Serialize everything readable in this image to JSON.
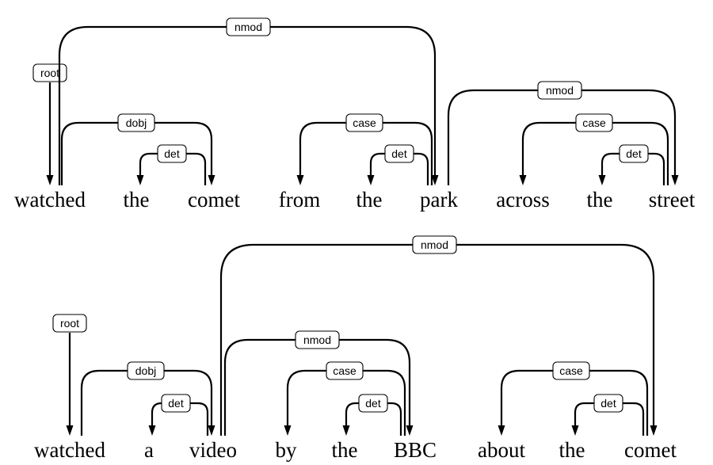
{
  "sentences": [
    {
      "words": [
        "watched",
        "the",
        "comet",
        "from",
        "the",
        "park",
        "across",
        "the",
        "street"
      ],
      "arcs": [
        {
          "label": "root",
          "head": null,
          "dep": 0
        },
        {
          "label": "nmod",
          "head": 0,
          "dep": 5
        },
        {
          "label": "dobj",
          "head": 0,
          "dep": 2
        },
        {
          "label": "det",
          "head": 2,
          "dep": 1
        },
        {
          "label": "case",
          "head": 5,
          "dep": 3
        },
        {
          "label": "det",
          "head": 5,
          "dep": 4
        },
        {
          "label": "nmod",
          "head": 5,
          "dep": 8
        },
        {
          "label": "case",
          "head": 8,
          "dep": 6
        },
        {
          "label": "det",
          "head": 8,
          "dep": 7
        }
      ]
    },
    {
      "words": [
        "watched",
        "a",
        "video",
        "by",
        "the",
        "BBC",
        "about",
        "the",
        "comet"
      ],
      "arcs": [
        {
          "label": "root",
          "head": null,
          "dep": 0
        },
        {
          "label": "dobj",
          "head": 0,
          "dep": 2
        },
        {
          "label": "det",
          "head": 2,
          "dep": 1
        },
        {
          "label": "nmod",
          "head": 2,
          "dep": 8
        },
        {
          "label": "nmod",
          "head": 2,
          "dep": 5
        },
        {
          "label": "case",
          "head": 5,
          "dep": 3
        },
        {
          "label": "det",
          "head": 5,
          "dep": 4
        },
        {
          "label": "case",
          "head": 8,
          "dep": 6
        },
        {
          "label": "det",
          "head": 8,
          "dep": 7
        }
      ]
    }
  ]
}
